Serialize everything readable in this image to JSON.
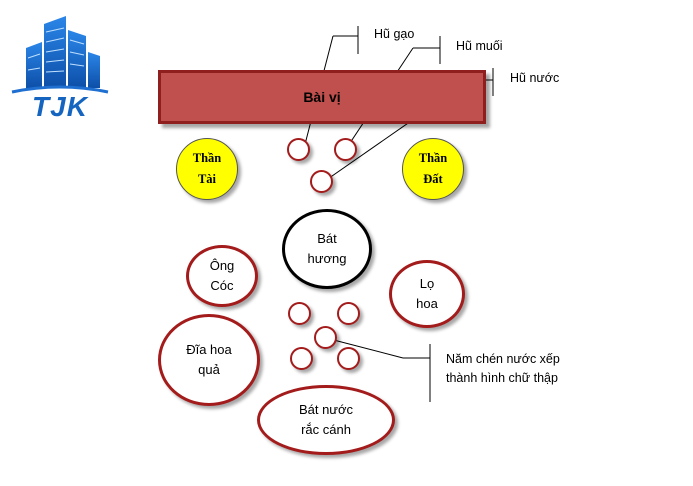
{
  "logo": {
    "text": "TJK",
    "colors": {
      "building": "#1e6fd0",
      "text": "#1565c0"
    }
  },
  "altar": {
    "label": "Bài vị",
    "color": "#c0504d"
  },
  "gods": [
    {
      "id": "than-tai",
      "label": "Thần\nTài"
    },
    {
      "id": "than-dat",
      "label": "Thần\nĐất"
    }
  ],
  "items": {
    "bat_huong": "Bát\nhương",
    "ong_coc": "Ông\nCóc",
    "lo_hoa": "Lọ\nhoa",
    "dia_hoa_qua": "Đĩa hoa\nquả",
    "bat_nuoc": "Bát nước\nrắc cánh"
  },
  "callouts": {
    "hu_gao": "Hũ gạo",
    "hu_muoi": "Hũ muối",
    "hu_nuoc": "Hũ nước",
    "nam_chen": "Năm chén nước xếp\nthành hình chữ thập"
  },
  "colors": {
    "ring": "#a31b1b",
    "god_fill": "#ffff00"
  }
}
